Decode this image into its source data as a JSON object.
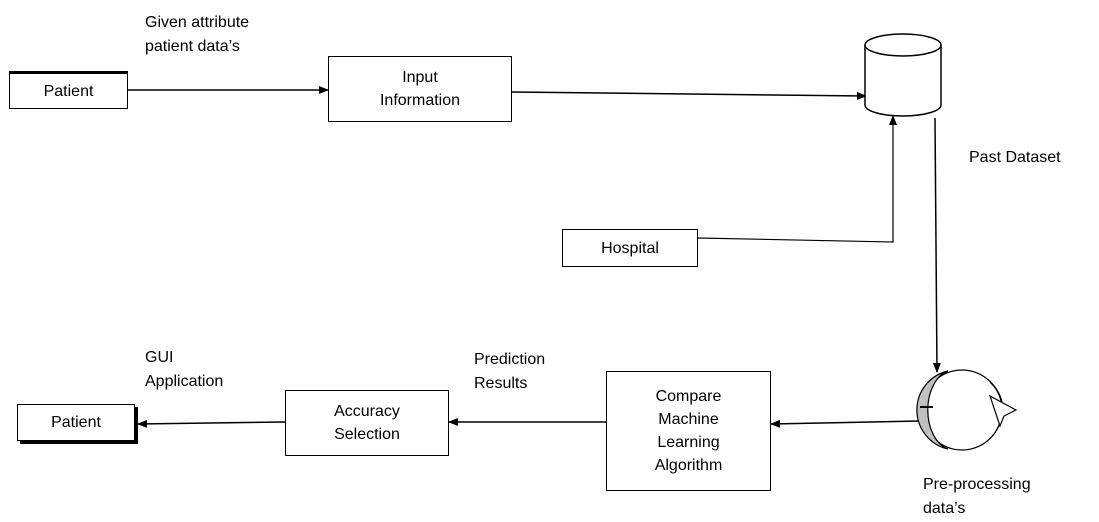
{
  "nodes": {
    "patient_source": "Patient",
    "input_information": "Input\nInformation",
    "hospital": "Hospital",
    "compare_algorithms": "Compare\nMachine\nLearning\nAlgorithm",
    "accuracy_selection": "Accuracy\nSelection",
    "patient_output": "Patient"
  },
  "labels": {
    "given_attribute": "Given attribute\npatient data’s",
    "past_dataset": "Past Dataset",
    "prediction_results": "Prediction\nResults",
    "gui_application": "GUI\nApplication",
    "preprocessing": "Pre-processing\ndata’s"
  },
  "icons": {
    "database": "database-cylinder-icon",
    "preprocessing": "circular-refresh-icon"
  }
}
